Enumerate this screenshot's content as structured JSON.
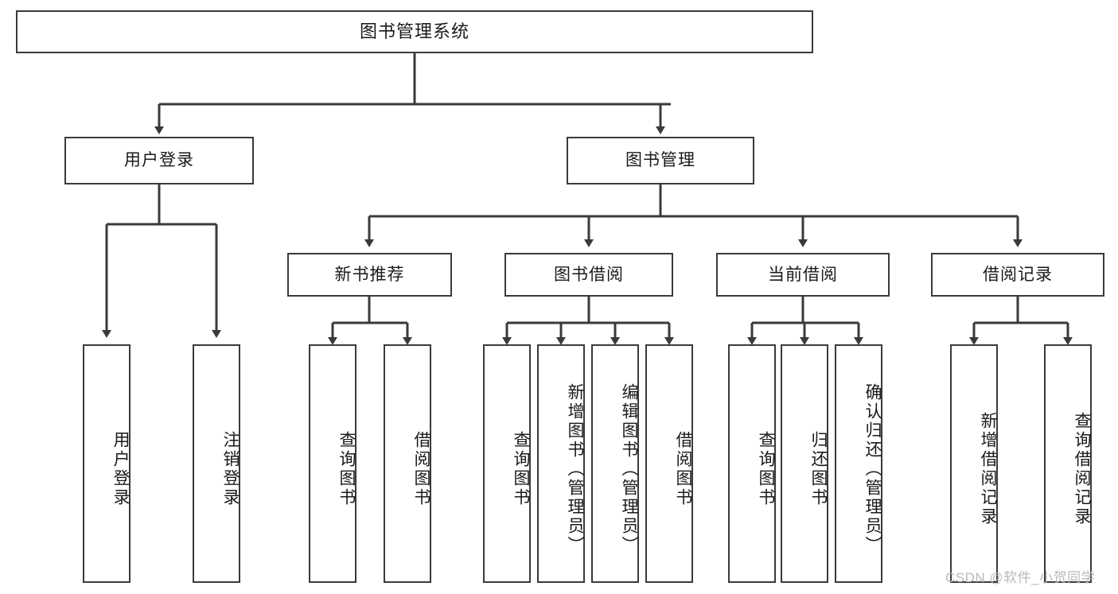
{
  "diagram": {
    "title": "图书管理系统",
    "type": "hierarchy-tree",
    "watermark": "CSDN @软件_小贺同学",
    "colors": {
      "box_border": "#3a3a3a",
      "box_fill": "#ffffff",
      "edge": "#3a3a3a",
      "text": "#1a1a1a",
      "watermark": "#b9b9b9",
      "background": "#ffffff"
    },
    "nodes": {
      "root": {
        "label": "图书管理系统",
        "level": 1
      },
      "user_login": {
        "label": "用户登录",
        "level": 2
      },
      "book_manage": {
        "label": "图书管理",
        "level": 2
      },
      "new_book_rec": {
        "label": "新书推荐",
        "level": 3
      },
      "book_borrow": {
        "label": "图书借阅",
        "level": 3
      },
      "current_borrow": {
        "label": "当前借阅",
        "level": 3
      },
      "borrow_record": {
        "label": "借阅记录",
        "level": 3
      },
      "leaf_user_login": {
        "label": "用户登录",
        "level": 4
      },
      "leaf_logout": {
        "label": "注销登录",
        "level": 4
      },
      "leaf_query_book_1": {
        "label": "查询图书",
        "level": 4
      },
      "leaf_borrow_book_1": {
        "label": "借阅图书",
        "level": 4
      },
      "leaf_query_book_2": {
        "label": "查询图书",
        "level": 4
      },
      "leaf_add_book": {
        "label": "新增图书（管理员）",
        "level": 4
      },
      "leaf_edit_book": {
        "label": "编辑图书（管理员）",
        "level": 4
      },
      "leaf_borrow_book_2": {
        "label": "借阅图书",
        "level": 4
      },
      "leaf_query_book_3": {
        "label": "查询图书",
        "level": 4
      },
      "leaf_return_book": {
        "label": "归还图书",
        "level": 4
      },
      "leaf_confirm_return": {
        "label": "确认归还（管理员）",
        "level": 4
      },
      "leaf_add_record": {
        "label": "新增借阅记录",
        "level": 4
      },
      "leaf_query_record": {
        "label": "查询借阅记录",
        "level": 4
      }
    },
    "edges": [
      {
        "from": "root",
        "to": "user_login"
      },
      {
        "from": "root",
        "to": "book_manage"
      },
      {
        "from": "user_login",
        "to": "leaf_user_login"
      },
      {
        "from": "user_login",
        "to": "leaf_logout"
      },
      {
        "from": "book_manage",
        "to": "new_book_rec"
      },
      {
        "from": "book_manage",
        "to": "book_borrow"
      },
      {
        "from": "book_manage",
        "to": "current_borrow"
      },
      {
        "from": "book_manage",
        "to": "borrow_record"
      },
      {
        "from": "new_book_rec",
        "to": "leaf_query_book_1"
      },
      {
        "from": "new_book_rec",
        "to": "leaf_borrow_book_1"
      },
      {
        "from": "book_borrow",
        "to": "leaf_query_book_2"
      },
      {
        "from": "book_borrow",
        "to": "leaf_add_book"
      },
      {
        "from": "book_borrow",
        "to": "leaf_edit_book"
      },
      {
        "from": "book_borrow",
        "to": "leaf_borrow_book_2"
      },
      {
        "from": "current_borrow",
        "to": "leaf_query_book_3"
      },
      {
        "from": "current_borrow",
        "to": "leaf_return_book"
      },
      {
        "from": "current_borrow",
        "to": "leaf_confirm_return"
      },
      {
        "from": "borrow_record",
        "to": "leaf_add_record"
      },
      {
        "from": "borrow_record",
        "to": "leaf_query_record"
      }
    ]
  }
}
